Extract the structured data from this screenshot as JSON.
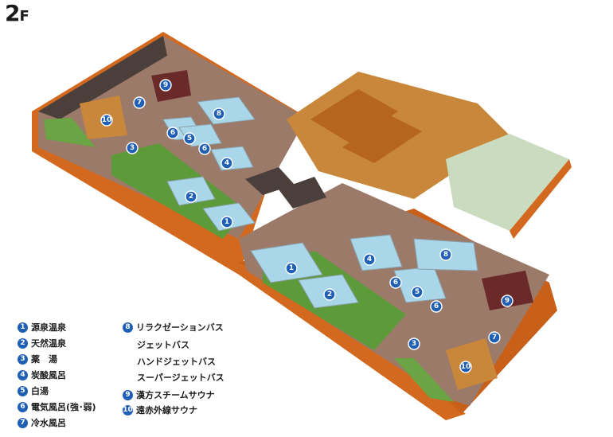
{
  "floor": {
    "label": "2",
    "suffix": "F"
  },
  "markers": [
    "1",
    "2",
    "3",
    "4",
    "5",
    "6",
    "7",
    "8",
    "9",
    "10"
  ],
  "legend": {
    "items": [
      {
        "num": "1",
        "label": "源泉温泉"
      },
      {
        "num": "2",
        "label": "天然温泉"
      },
      {
        "num": "3",
        "label": "薬　湯"
      },
      {
        "num": "4",
        "label": "炭酸風呂"
      },
      {
        "num": "5",
        "label": "白湯"
      },
      {
        "num": "6",
        "label": "電気風呂(強･弱)"
      },
      {
        "num": "7",
        "label": "冷水風呂"
      },
      {
        "num": "8",
        "label": "リラクゼーションバス"
      },
      {
        "num": "9",
        "label": "漢方スチームサウナ"
      },
      {
        "num": "10",
        "label": "遠赤外線サウナ"
      }
    ],
    "sub_items": [
      "ジェットバス",
      "ハンドジェットバス",
      "スーパージェットバス"
    ]
  },
  "colors": {
    "wall_orange": "#d2691e",
    "floor_brown": "#9c7a6a",
    "pool_water": "#a9d6e8",
    "garden_green": "#5c9a3a",
    "marker_blue": "#1f5fb5",
    "lounge_wood": "#c8873a",
    "tatami": "#c9dcc0"
  }
}
